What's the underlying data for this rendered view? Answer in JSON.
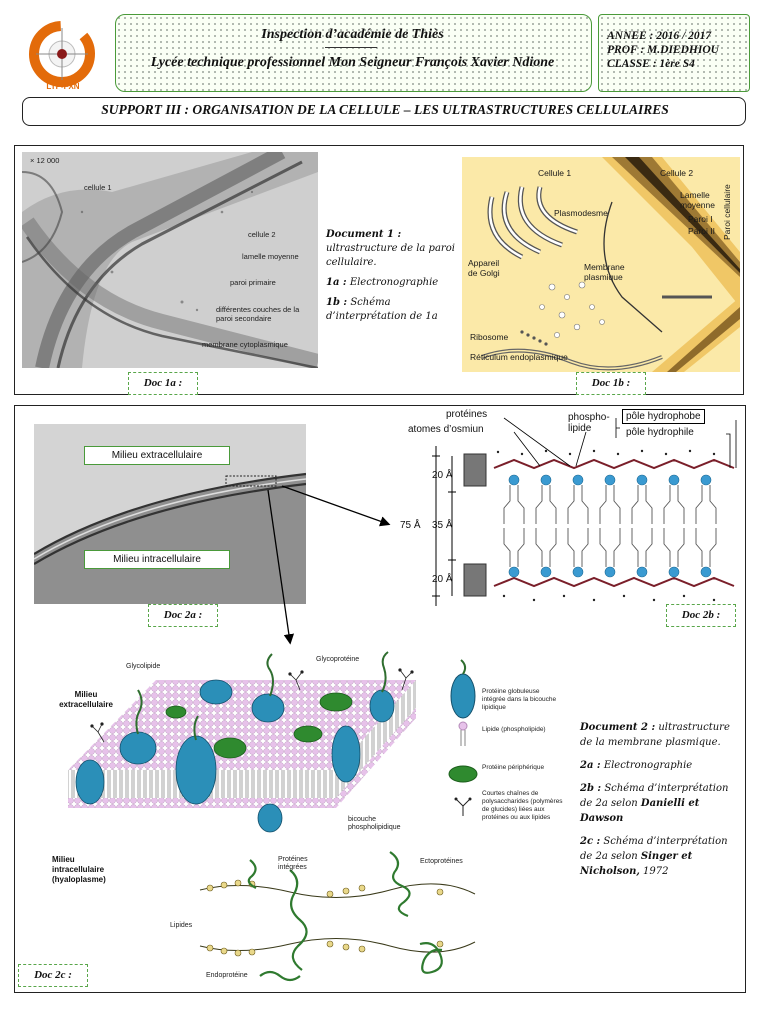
{
  "header": {
    "logo_caption": "LTP-FXN",
    "line1": "Inspection d’académie de Thiès",
    "line2": "Lycée technique professionnel Mon Seigneur François Xavier Ndione",
    "year": "ANNEE : 2016 / 2017",
    "prof": "PROF : M.DIEDHIOU",
    "classe": "CLASSE : 1ère S4"
  },
  "title": "SUPPORT III : ORGANISATION DE LA CELLULE – LES ULTRASTRUCTURES CELLULAIRES",
  "doc1": {
    "label_a": "Doc 1a :",
    "label_b": "Doc 1b :",
    "photo": {
      "magnification": "× 12 000",
      "cellule1": "cellule 1",
      "cellule2": "cellule 2",
      "lamelle": "lamelle moyenne",
      "paroi_primaire": "paroi primaire",
      "couches": "différentes couches de la paroi secondaire",
      "membrane": "membrane cytoplasmique"
    },
    "caption": {
      "title": "Document 1 :",
      "subtitle": "ultrastructure de la paroi cellulaire.",
      "a_key": "1a :",
      "a_val": "Electronographie",
      "b_key": "1b :",
      "b_val": "Schéma d’interprétation de 1a"
    },
    "schema": {
      "cellule1": "Cellule 1",
      "cellule2": "Cellule 2",
      "plasmodesme": "Plasmodesme",
      "lamelle": "Lamelle moyenne",
      "paroi1": "Paroi I",
      "paroi2": "Paroi II",
      "paroi_cellulaire": "Paroi cellulaire",
      "golgi": "Appareil de Golgi",
      "membrane": "Membrane plasmique",
      "ribosome": "Ribosome",
      "reticulum": "Réticulum endoplasmique"
    }
  },
  "doc2": {
    "label_a": "Doc 2a :",
    "label_b": "Doc 2b :",
    "label_c": "Doc 2c :",
    "photo": {
      "extra": "Milieu extracellulaire",
      "intra": "Milieu intracellulaire"
    },
    "danielli": {
      "proteines": "protéines",
      "phospholipide": "phospho- lipide",
      "osmium": "atomes d’osmiun",
      "hydrophobe": "pôle hydrophobe",
      "hydrophile": "pôle hydrophile",
      "d20_top": "20 Å",
      "d75": "75 Å",
      "d35": "35 Å",
      "d20_bottom": "20 Å"
    },
    "mosaic": {
      "glycolipide": "Glycolipide",
      "glycoproteine": "Glycoprotéine",
      "extra": "Milieu extracellulaire",
      "intra": "Milieu intracellulaire (hyaloplasme)",
      "bicouche": "bicouche phospholipidique",
      "proteines_integrees": "Protéines intégrées",
      "ectoproteines": "Ectoprotéines",
      "lipides": "Lipides",
      "endoproteine": "Endoprotéine"
    },
    "legend": {
      "globular": "Protéine globuleuse intégrée dans la bicouche lipidique",
      "lipide": "Lipide (phospholipide)",
      "peripherique": "Protéine périphérique",
      "chaines": "Courtes chaînes de polysaccharides (polymères de glucides) liées aux protéines ou aux lipides"
    },
    "caption": {
      "title": "Document 2 :",
      "subtitle": "ultrastructure de la membrane plasmique.",
      "a_key": "2a :",
      "a_val": "Electronographie",
      "b_key": "2b :",
      "b_val": "Schéma d’interprétation de 2a selon",
      "b_names": "Danielli et Dawson",
      "c_key": "2c :",
      "c_val": "Schéma d’interprétation de 2a selon",
      "c_names": "Singer et Nicholson,",
      "c_year": "1972"
    }
  },
  "colors": {
    "frame_green": "#4a9a3a",
    "logo_orange": "#e36b0a",
    "protein_blue": "#2b8fb8",
    "protein_green": "#2f8a2f",
    "lipid_pink": "#e6bde8",
    "chain_red": "#8b1a1a"
  }
}
